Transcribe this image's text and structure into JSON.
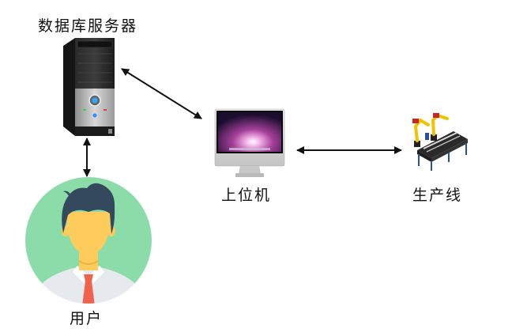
{
  "nodes": {
    "server": {
      "label": "数据库服务器",
      "icon": "server-tower-icon"
    },
    "host_pc": {
      "label": "上位机",
      "icon": "desktop-monitor-icon"
    },
    "production_line": {
      "label": "生产线",
      "icon": "robotic-production-line-icon"
    },
    "user": {
      "label": "用户",
      "icon": "user-avatar-icon"
    }
  },
  "edges": [
    {
      "from": "server",
      "to": "host_pc",
      "direction": "bidirectional"
    },
    {
      "from": "host_pc",
      "to": "production_line",
      "direction": "bidirectional"
    },
    {
      "from": "server",
      "to": "user",
      "direction": "bidirectional"
    }
  ],
  "colors": {
    "arrow": "#111111",
    "avatar_bg": "#8cdcaa",
    "hair": "#34495e",
    "skin": "#fdcc5a",
    "shirt": "#e6e9ee",
    "tie": "#f0624e"
  }
}
